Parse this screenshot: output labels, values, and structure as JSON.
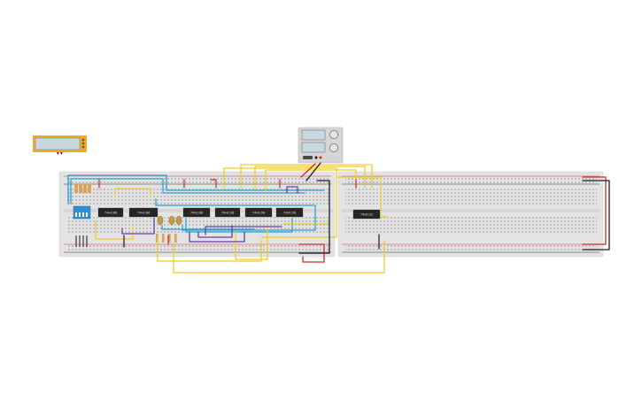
{
  "canvas": {
    "background": "#ffffff"
  },
  "colors": {
    "breadboard": "#e3e3e3",
    "breadboard_edge": "#d2d2d2",
    "hole": "#8d8d8d",
    "rail_red": "#d83b2d",
    "rail_dark": "#2e2e2e",
    "chip": "#262626",
    "wire_yellow": "#f1cc24",
    "wire_blue": "#2aa0d4",
    "wire_purple": "#6d3aa6",
    "wire_red": "#d52424",
    "wire_black": "#1b1b1b",
    "lcd_frame": "#f2a927",
    "lcd_screen": "#c9d7df",
    "dip_switch": "#2f8fd6",
    "supply_body": "#d5d5d5"
  },
  "components": {
    "lcd_display": {
      "icon": "lcd-display-icon"
    },
    "power_supply": {
      "icon": "power-supply-icon"
    },
    "dip_switch": {
      "icon": "dip-switch-icon"
    },
    "chips": [
      {
        "id": "chip-1",
        "label": "74HC86"
      },
      {
        "id": "chip-2",
        "label": "74HC86"
      },
      {
        "id": "chip-3",
        "label": "74HC86"
      },
      {
        "id": "chip-4",
        "label": "74HC08"
      },
      {
        "id": "chip-5",
        "label": "74HC08"
      },
      {
        "id": "chip-6",
        "label": "74HC08"
      },
      {
        "id": "chip-7",
        "label": "74HC32"
      }
    ]
  }
}
